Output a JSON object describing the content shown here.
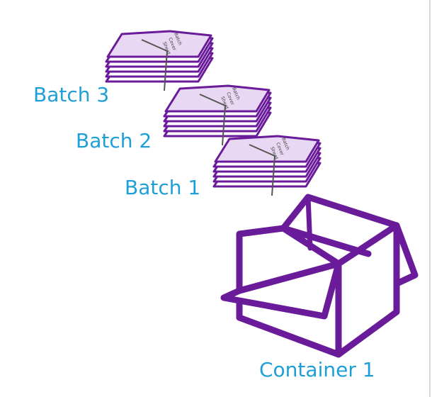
{
  "batches": [
    {
      "label": "Batch 3",
      "cover": [
        "Batch",
        "Cover",
        "Sheet"
      ]
    },
    {
      "label": "Batch 2",
      "cover": [
        "Batch",
        "Cover",
        "Sheet"
      ]
    },
    {
      "label": "Batch 1",
      "cover": [
        "Batch",
        "Cover",
        "Sheet"
      ]
    }
  ],
  "container": {
    "label": "Container 1"
  },
  "colors": {
    "outline": "#6a1b9a",
    "sheet_fill": "#e9d8f3",
    "label": "#1e9fd8",
    "box_fill": "#ffffff"
  }
}
